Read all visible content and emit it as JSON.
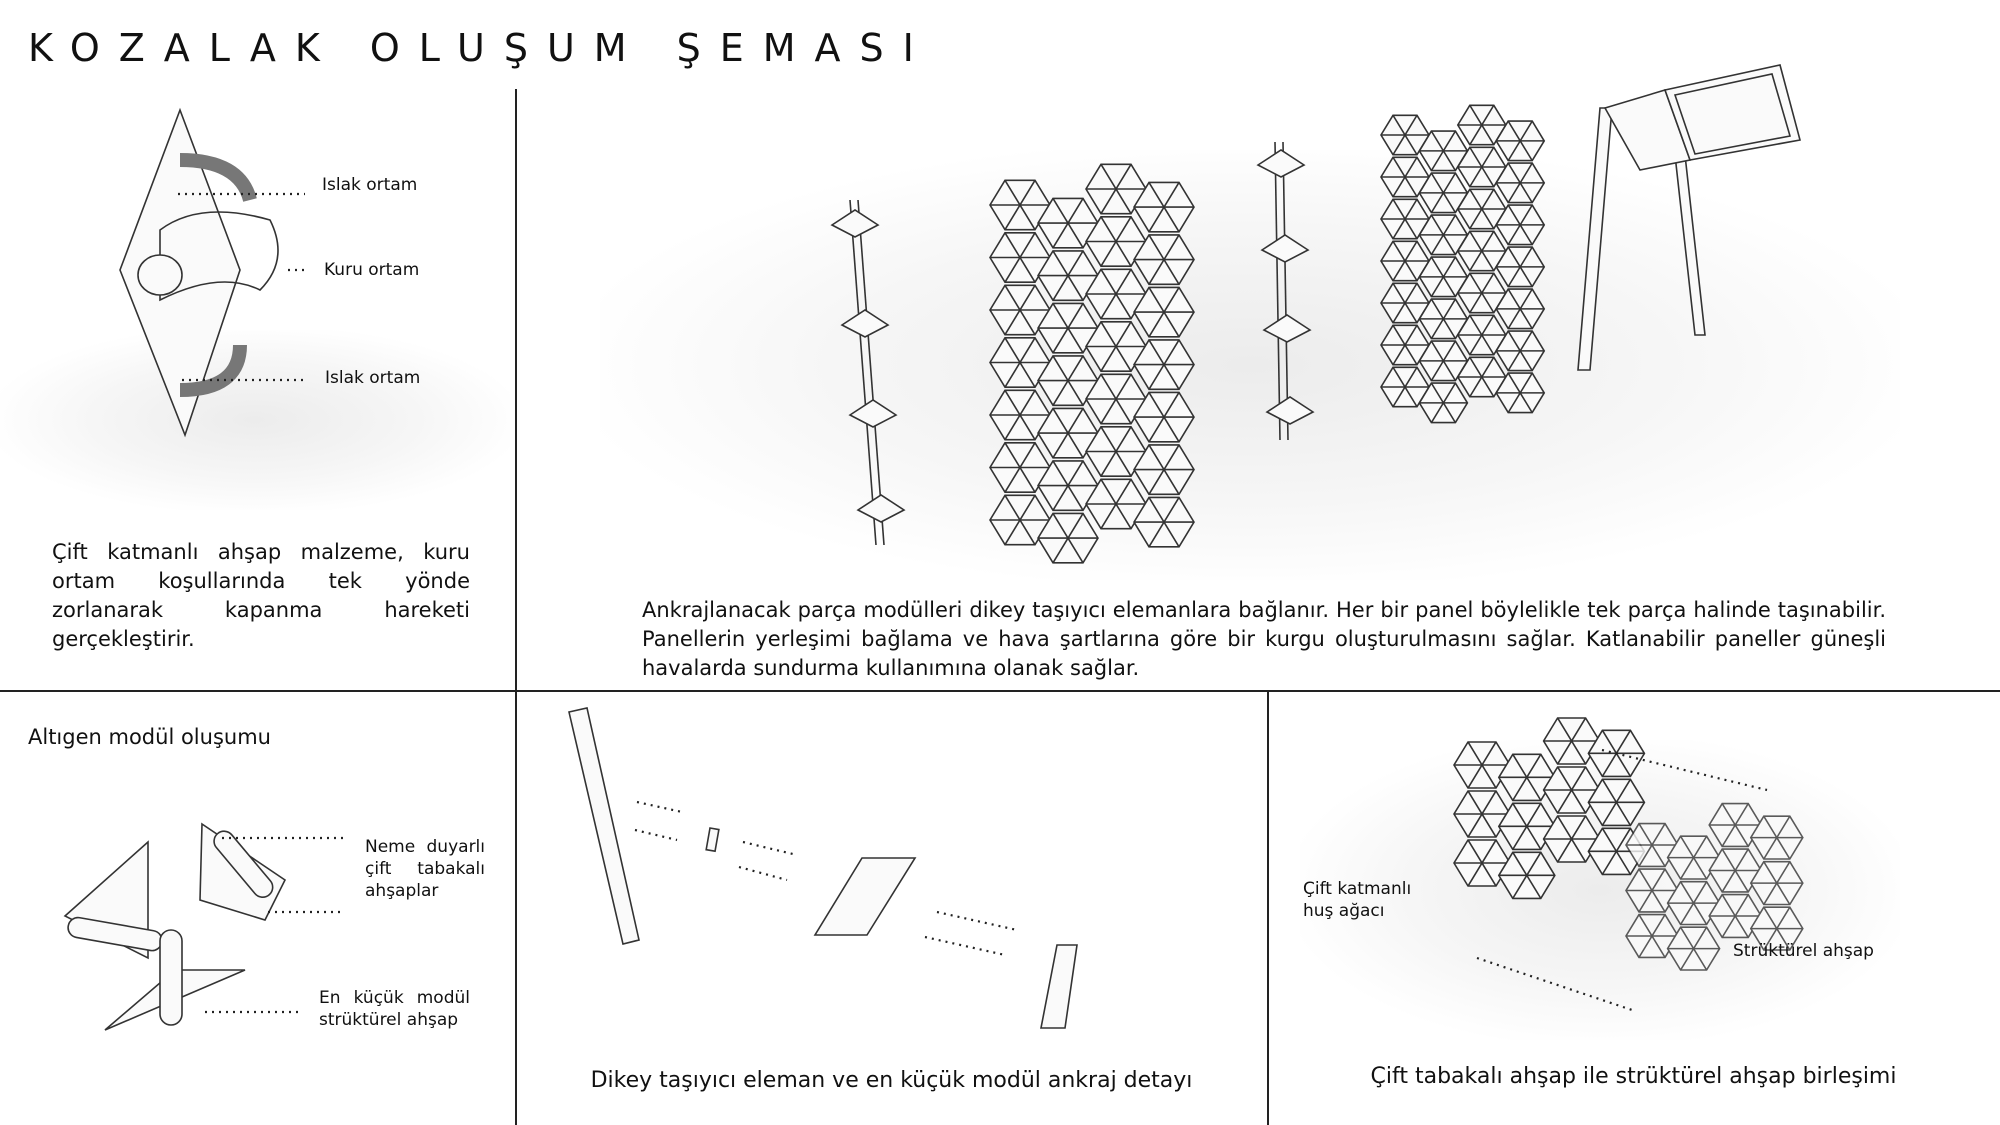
{
  "title": "KOZALAK OLUŞUM ŞEMASI",
  "panel_cone": {
    "labels": [
      "Islak ortam",
      "Kuru ortam",
      "Islak ortam"
    ],
    "description": "Çift katmanlı ahşap malzeme, kuru ortam koşullarında tek yönde zorlanarak kapanma hareketi gerçekleştirir."
  },
  "panel_panels": {
    "description": "Ankrajlanacak parça modülleri dikey taşıyıcı elemanlara bağlanır. Her bir panel böylelikle tek parça halinde taşınabilir. Panellerin yerleşimi bağlama ve hava şartlarına göre bir kurgu oluşturulmasını sağlar. Katlanabilir paneller güneşli havalarda sundurma kullanımına olanak sağlar."
  },
  "panel_hex": {
    "heading": "Altıgen modül oluşumu",
    "label_top": "Neme duyarlı çift tabakalı ahşaplar",
    "label_bottom": "En küçük modül strüktürel ahşap"
  },
  "panel_anchor": {
    "caption": "Dikey taşıyıcı eleman ve en küçük modül ankraj detayı"
  },
  "panel_join": {
    "label_left": "Çift katmanlı huş ağacı",
    "label_right": "Strüktürel ahşap",
    "caption": "Çift tabakalı ahşap ile strüktürel ahşap birleşimi"
  }
}
